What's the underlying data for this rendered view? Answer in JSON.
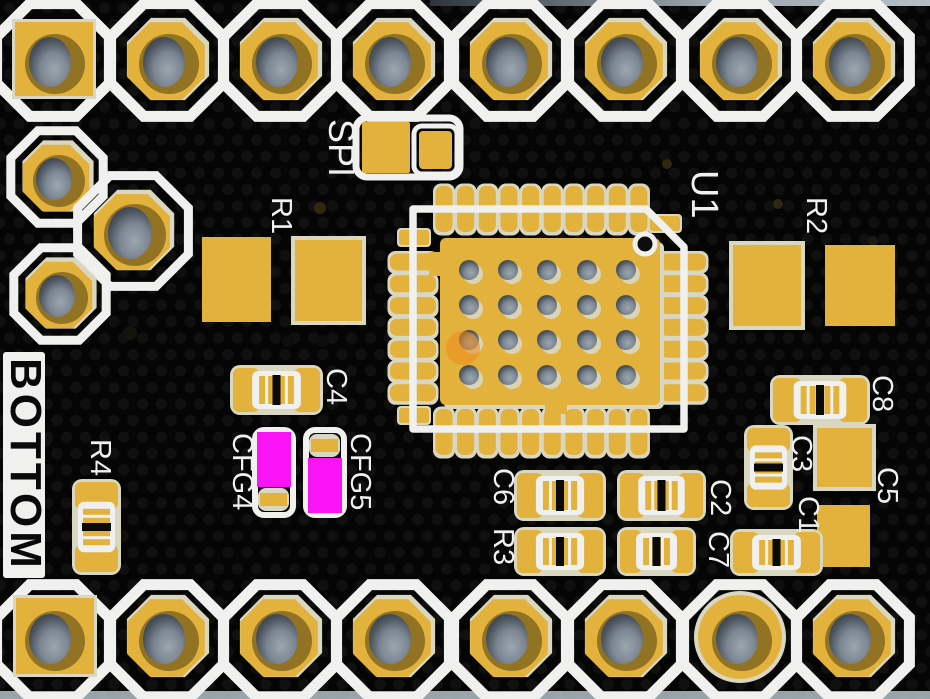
{
  "view": {
    "description": "PCB 3D render, bottom side of a breakout board",
    "layer_marking": "BOTTOM"
  },
  "labels": {
    "bottom_band": "BOTTOM",
    "spi": "SPI",
    "u1": "U1",
    "r1": "R1",
    "r2": "R2",
    "r3": "R3",
    "r4": "R4",
    "c1": "C1",
    "c2": "C2",
    "c3": "C3",
    "c4": "C4",
    "c5": "C5",
    "c6": "C6",
    "c7": "C7",
    "c8": "C8",
    "cfg4": "CFG4",
    "cfg5": "CFG5"
  },
  "colors": {
    "gold": "#e2b23c",
    "gold_dark": "#8a6c20",
    "khaki": "#d9d7c1",
    "silk_white": "#f0f0ef",
    "magenta": "#fa14f5",
    "background": "#050505",
    "dot_grid": "#111111",
    "hole_dark": "#363d47",
    "hole_light": "#9ba6b0",
    "board_edge": "#b5bfc6"
  }
}
